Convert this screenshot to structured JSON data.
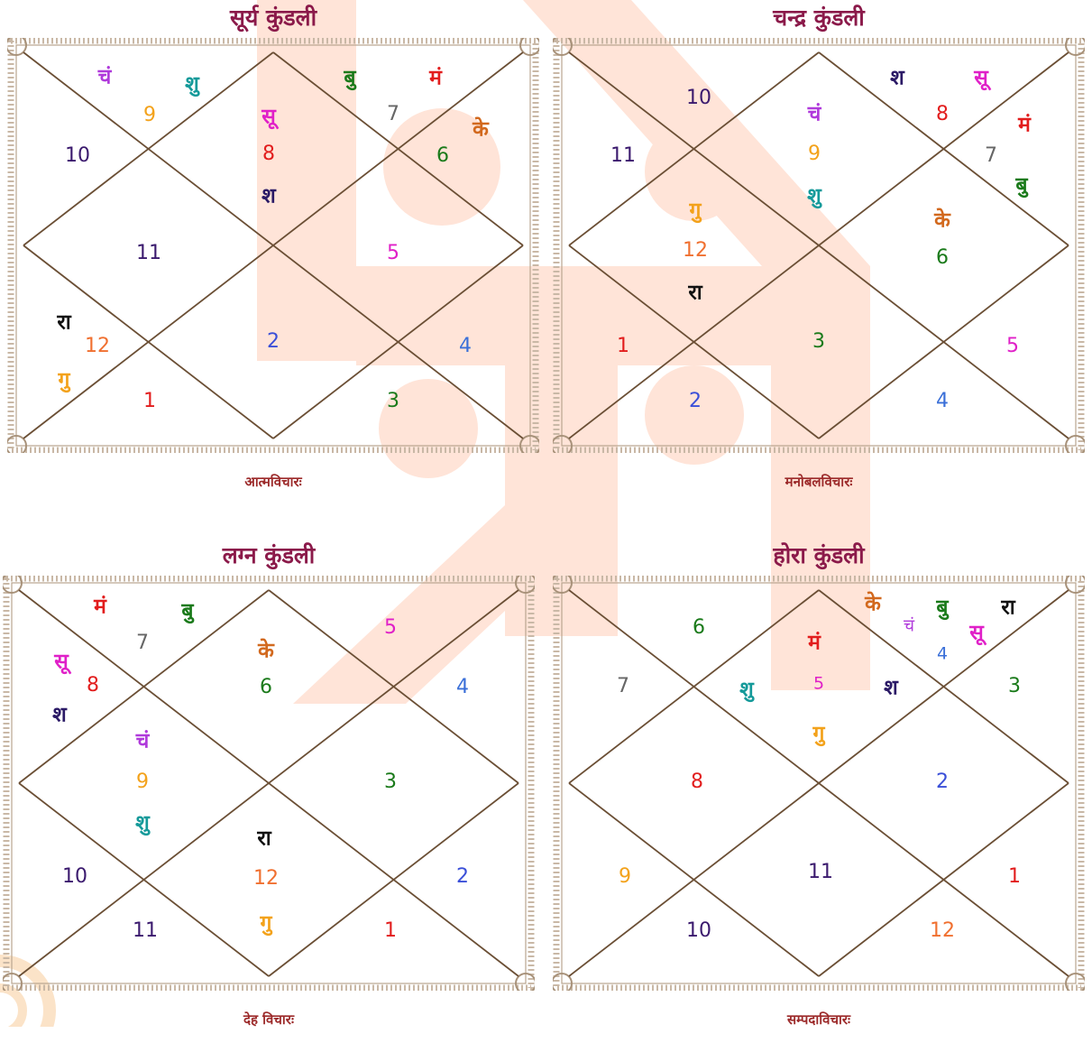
{
  "colors": {
    "brand": "#8b1a4a",
    "caption": "#9c2a2a",
    "chart_lines": "#6b4f35",
    "watermark": "#ffe4d8"
  },
  "panels": [
    {
      "title": "सूर्य कुंडली",
      "caption": "आत्मविचारः",
      "labels": [
        {
          "text": "चं",
          "color": "#b03adb",
          "type": "planet"
        },
        {
          "text": "शु",
          "color": "#159a9a",
          "type": "planet"
        },
        {
          "text": "9",
          "color": "#f3a21b",
          "type": "num"
        },
        {
          "text": "10",
          "color": "#3b1a6e",
          "type": "num"
        },
        {
          "text": "सू",
          "color": "#e020c8",
          "type": "planet"
        },
        {
          "text": "8",
          "color": "#e21d1d",
          "type": "num"
        },
        {
          "text": "श",
          "color": "#2b1a66",
          "type": "planet"
        },
        {
          "text": "बु",
          "color": "#1a7a1a",
          "type": "planet"
        },
        {
          "text": "मं",
          "color": "#e21d1d",
          "type": "planet"
        },
        {
          "text": "7",
          "color": "#666666",
          "type": "num"
        },
        {
          "text": "के",
          "color": "#d2691e",
          "type": "planet"
        },
        {
          "text": "6",
          "color": "#1a7a1a",
          "type": "num"
        },
        {
          "text": "11",
          "color": "#3b1a6e",
          "type": "num"
        },
        {
          "text": "5",
          "color": "#e020c8",
          "type": "num"
        },
        {
          "text": "रा",
          "color": "#111111",
          "type": "planet"
        },
        {
          "text": "12",
          "color": "#f07030",
          "type": "num"
        },
        {
          "text": "गु",
          "color": "#f3a21b",
          "type": "planet"
        },
        {
          "text": "2",
          "color": "#3a4fd8",
          "type": "num"
        },
        {
          "text": "4",
          "color": "#3a6fd8",
          "type": "num"
        },
        {
          "text": "1",
          "color": "#e21d1d",
          "type": "num"
        },
        {
          "text": "3",
          "color": "#1a7a1a",
          "type": "num"
        }
      ]
    },
    {
      "title": "चन्द्र कुंडली",
      "caption": "मनोबलविचारः",
      "labels": [
        {
          "text": "10",
          "color": "#3b1a6e",
          "type": "num"
        },
        {
          "text": "11",
          "color": "#3b1a6e",
          "type": "num"
        },
        {
          "text": "गु",
          "color": "#f3a21b",
          "type": "planet"
        },
        {
          "text": "12",
          "color": "#f07030",
          "type": "num"
        },
        {
          "text": "रा",
          "color": "#111111",
          "type": "planet"
        },
        {
          "text": "चं",
          "color": "#b03adb",
          "type": "planet"
        },
        {
          "text": "9",
          "color": "#f3a21b",
          "type": "num"
        },
        {
          "text": "शु",
          "color": "#159a9a",
          "type": "planet"
        },
        {
          "text": "श",
          "color": "#2b1a66",
          "type": "planet"
        },
        {
          "text": "सू",
          "color": "#e020c8",
          "type": "planet"
        },
        {
          "text": "8",
          "color": "#e21d1d",
          "type": "num"
        },
        {
          "text": "मं",
          "color": "#e21d1d",
          "type": "planet"
        },
        {
          "text": "7",
          "color": "#666666",
          "type": "num"
        },
        {
          "text": "बु",
          "color": "#1a7a1a",
          "type": "planet"
        },
        {
          "text": "के",
          "color": "#d2691e",
          "type": "planet"
        },
        {
          "text": "6",
          "color": "#1a7a1a",
          "type": "num"
        },
        {
          "text": "1",
          "color": "#e21d1d",
          "type": "num"
        },
        {
          "text": "3",
          "color": "#1a7a1a",
          "type": "num"
        },
        {
          "text": "5",
          "color": "#e020c8",
          "type": "num"
        },
        {
          "text": "2",
          "color": "#3a4fd8",
          "type": "num"
        },
        {
          "text": "4",
          "color": "#3a6fd8",
          "type": "num"
        }
      ]
    },
    {
      "title": "लग्न कुंडली",
      "caption": "देह विचारः",
      "labels": [
        {
          "text": "मं",
          "color": "#e21d1d",
          "type": "planet"
        },
        {
          "text": "बु",
          "color": "#1a7a1a",
          "type": "planet"
        },
        {
          "text": "7",
          "color": "#666666",
          "type": "num"
        },
        {
          "text": "सू",
          "color": "#e020c8",
          "type": "planet"
        },
        {
          "text": "8",
          "color": "#e21d1d",
          "type": "num"
        },
        {
          "text": "श",
          "color": "#2b1a66",
          "type": "planet"
        },
        {
          "text": "के",
          "color": "#d2691e",
          "type": "planet"
        },
        {
          "text": "6",
          "color": "#1a7a1a",
          "type": "num"
        },
        {
          "text": "5",
          "color": "#e020c8",
          "type": "num"
        },
        {
          "text": "4",
          "color": "#3a6fd8",
          "type": "num"
        },
        {
          "text": "चं",
          "color": "#b03adb",
          "type": "planet"
        },
        {
          "text": "9",
          "color": "#f3a21b",
          "type": "num"
        },
        {
          "text": "शु",
          "color": "#159a9a",
          "type": "planet"
        },
        {
          "text": "3",
          "color": "#1a7a1a",
          "type": "num"
        },
        {
          "text": "रा",
          "color": "#111111",
          "type": "planet"
        },
        {
          "text": "12",
          "color": "#f07030",
          "type": "num"
        },
        {
          "text": "गु",
          "color": "#f3a21b",
          "type": "planet"
        },
        {
          "text": "10",
          "color": "#3b1a6e",
          "type": "num"
        },
        {
          "text": "2",
          "color": "#3a4fd8",
          "type": "num"
        },
        {
          "text": "11",
          "color": "#3b1a6e",
          "type": "num"
        },
        {
          "text": "1",
          "color": "#e21d1d",
          "type": "num"
        }
      ]
    },
    {
      "title": "होरा कुंडली",
      "caption": "सम्पदाविचारः",
      "labels": [
        {
          "text": "6",
          "color": "#1a7a1a",
          "type": "num"
        },
        {
          "text": "7",
          "color": "#666666",
          "type": "num"
        },
        {
          "text": "के",
          "color": "#d2691e",
          "type": "planet"
        },
        {
          "text": "बु",
          "color": "#1a7a1a",
          "type": "planet"
        },
        {
          "text": "रा",
          "color": "#111111",
          "type": "planet"
        },
        {
          "text": "चं",
          "color": "#b03adb",
          "type": "small"
        },
        {
          "text": "4",
          "color": "#3a6fd8",
          "type": "small"
        },
        {
          "text": "सू",
          "color": "#e020c8",
          "type": "planet"
        },
        {
          "text": "मं",
          "color": "#e21d1d",
          "type": "planet"
        },
        {
          "text": "शु",
          "color": "#159a9a",
          "type": "planet"
        },
        {
          "text": "5",
          "color": "#e020c8",
          "type": "small"
        },
        {
          "text": "श",
          "color": "#2b1a66",
          "type": "planet"
        },
        {
          "text": "गु",
          "color": "#f3a21b",
          "type": "planet"
        },
        {
          "text": "3",
          "color": "#1a7a1a",
          "type": "num"
        },
        {
          "text": "8",
          "color": "#e21d1d",
          "type": "num"
        },
        {
          "text": "2",
          "color": "#3a4fd8",
          "type": "num"
        },
        {
          "text": "9",
          "color": "#f3a21b",
          "type": "num"
        },
        {
          "text": "11",
          "color": "#3b1a6e",
          "type": "num"
        },
        {
          "text": "1",
          "color": "#e21d1d",
          "type": "num"
        },
        {
          "text": "10",
          "color": "#3b1a6e",
          "type": "num"
        },
        {
          "text": "12",
          "color": "#f07030",
          "type": "num"
        }
      ]
    }
  ]
}
